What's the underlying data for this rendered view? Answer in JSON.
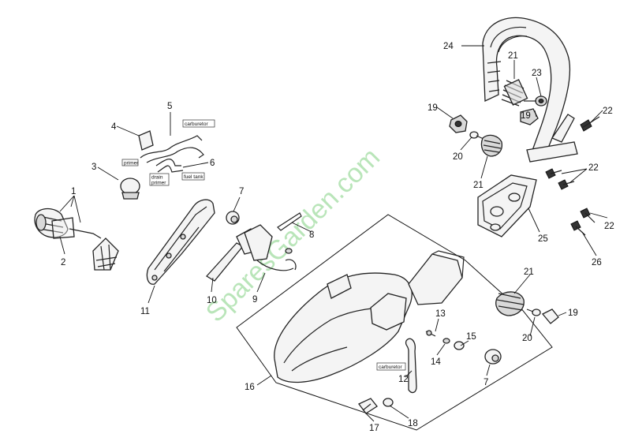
{
  "watermark": "SparesGarden.com",
  "callouts": {
    "c1": "1",
    "c2": "2",
    "c3": "3",
    "c4": "4",
    "c5": "5",
    "c6": "6",
    "c7a": "7",
    "c7b": "7",
    "c8": "8",
    "c9": "9",
    "c10": "10",
    "c11": "11",
    "c12": "12",
    "c13": "13",
    "c14": "14",
    "c15": "15",
    "c16": "16",
    "c17": "17",
    "c18": "18",
    "c19a": "19",
    "c19b": "19",
    "c19c": "19",
    "c20a": "20",
    "c20b": "20",
    "c21a": "21",
    "c21b": "21",
    "c21c": "21",
    "c22a": "22",
    "c22b": "22",
    "c22c": "22",
    "c23": "23",
    "c24": "24",
    "c25": "25",
    "c26": "26"
  },
  "tags": {
    "carburetor_top": "carburetor",
    "primer": "primer",
    "drain": "drain",
    "primer_under_drain": "primer",
    "fuel_tank": "fuel tank",
    "carburetor_bottom": "carburetor"
  }
}
